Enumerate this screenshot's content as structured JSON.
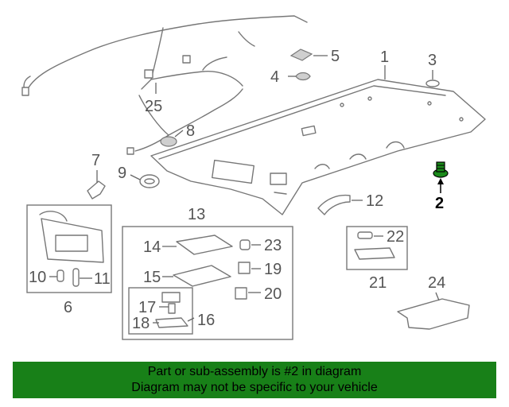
{
  "callouts": {
    "c1": "1",
    "c2": "2",
    "c3": "3",
    "c4": "4",
    "c5": "5",
    "c6": "6",
    "c7": "7",
    "c8": "8",
    "c9": "9",
    "c10": "10",
    "c11": "11",
    "c12": "12",
    "c13": "13",
    "c14": "14",
    "c15": "15",
    "c16": "16",
    "c17": "17",
    "c18": "18",
    "c19": "19",
    "c20": "20",
    "c21": "21",
    "c22": "22",
    "c23": "23",
    "c24": "24",
    "c25": "25"
  },
  "highlight_color": "#1a8a1a",
  "banner": {
    "line1": "Part or sub-assembly is #2 in diagram",
    "line2": "Diagram may not be specific to your vehicle",
    "background": "#188018"
  }
}
